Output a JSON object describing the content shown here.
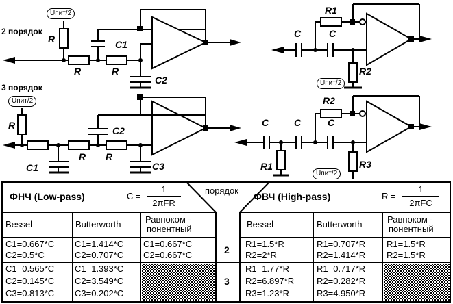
{
  "diagrams": {
    "order2_label": "2 порядок",
    "order3_label": "3 порядок",
    "supply_label": "Uпит/2",
    "lp2": {
      "r_supply": "R",
      "r1": "R",
      "r2": "R",
      "c1": "C1",
      "c2": "C2"
    },
    "lp3": {
      "r_supply": "R",
      "r1": "R",
      "r2": "R",
      "r3": "R",
      "c1": "C1",
      "c2": "C2",
      "c3": "C3"
    },
    "hp2": {
      "r1": "R1",
      "r2": "R2",
      "c_in": "C",
      "c2": "C"
    },
    "hp3": {
      "r1": "R1",
      "r2": "R2",
      "r3": "R3",
      "c1": "C",
      "c2": "C",
      "c3": "C"
    }
  },
  "table": {
    "lowpass_title": "ФНЧ (Low-pass)",
    "highpass_title": "ФВЧ (High-pass)",
    "order_header": "порядок",
    "lp_formula": {
      "lhs": "C =",
      "num": "1",
      "den": "2πFR"
    },
    "hp_formula": {
      "lhs": "R =",
      "num": "1",
      "den": "2πFC"
    },
    "columns": {
      "bessel": "Bessel",
      "butterworth": "Butterworth",
      "equal_line1": "Равноком -",
      "equal_line2": "понентный"
    },
    "orders": [
      "2",
      "3"
    ],
    "lp": {
      "order2": {
        "bessel": [
          "C1=0.667*C",
          "C2=0.5*C"
        ],
        "butterworth": [
          "C1=1.414*C",
          "C2=0.707*C"
        ],
        "equal": [
          "C1=0.667*C",
          "C2=0.667*C"
        ]
      },
      "order3": {
        "bessel": [
          "C1=0.565*C",
          "C2=0.145*C",
          "C3=0.813*C"
        ],
        "butterworth": [
          "C1=1.393*C",
          "C2=3.549*C",
          "C3=0.202*C"
        ]
      }
    },
    "hp": {
      "order2": {
        "bessel": [
          "R1=1.5*R",
          "R2=2*R"
        ],
        "butterworth": [
          "R1=0.707*R",
          "R2=1.414*R"
        ],
        "equal": [
          "R1=1.5*R",
          "R2=1.5*R"
        ]
      },
      "order3": {
        "bessel": [
          "R1=1.77*R",
          "R2=6.897*R",
          "R3=1.23*R"
        ],
        "butterworth": [
          "R1=0.717*R",
          "R2=0.282*R",
          "R3=4.950*R"
        ]
      }
    }
  }
}
